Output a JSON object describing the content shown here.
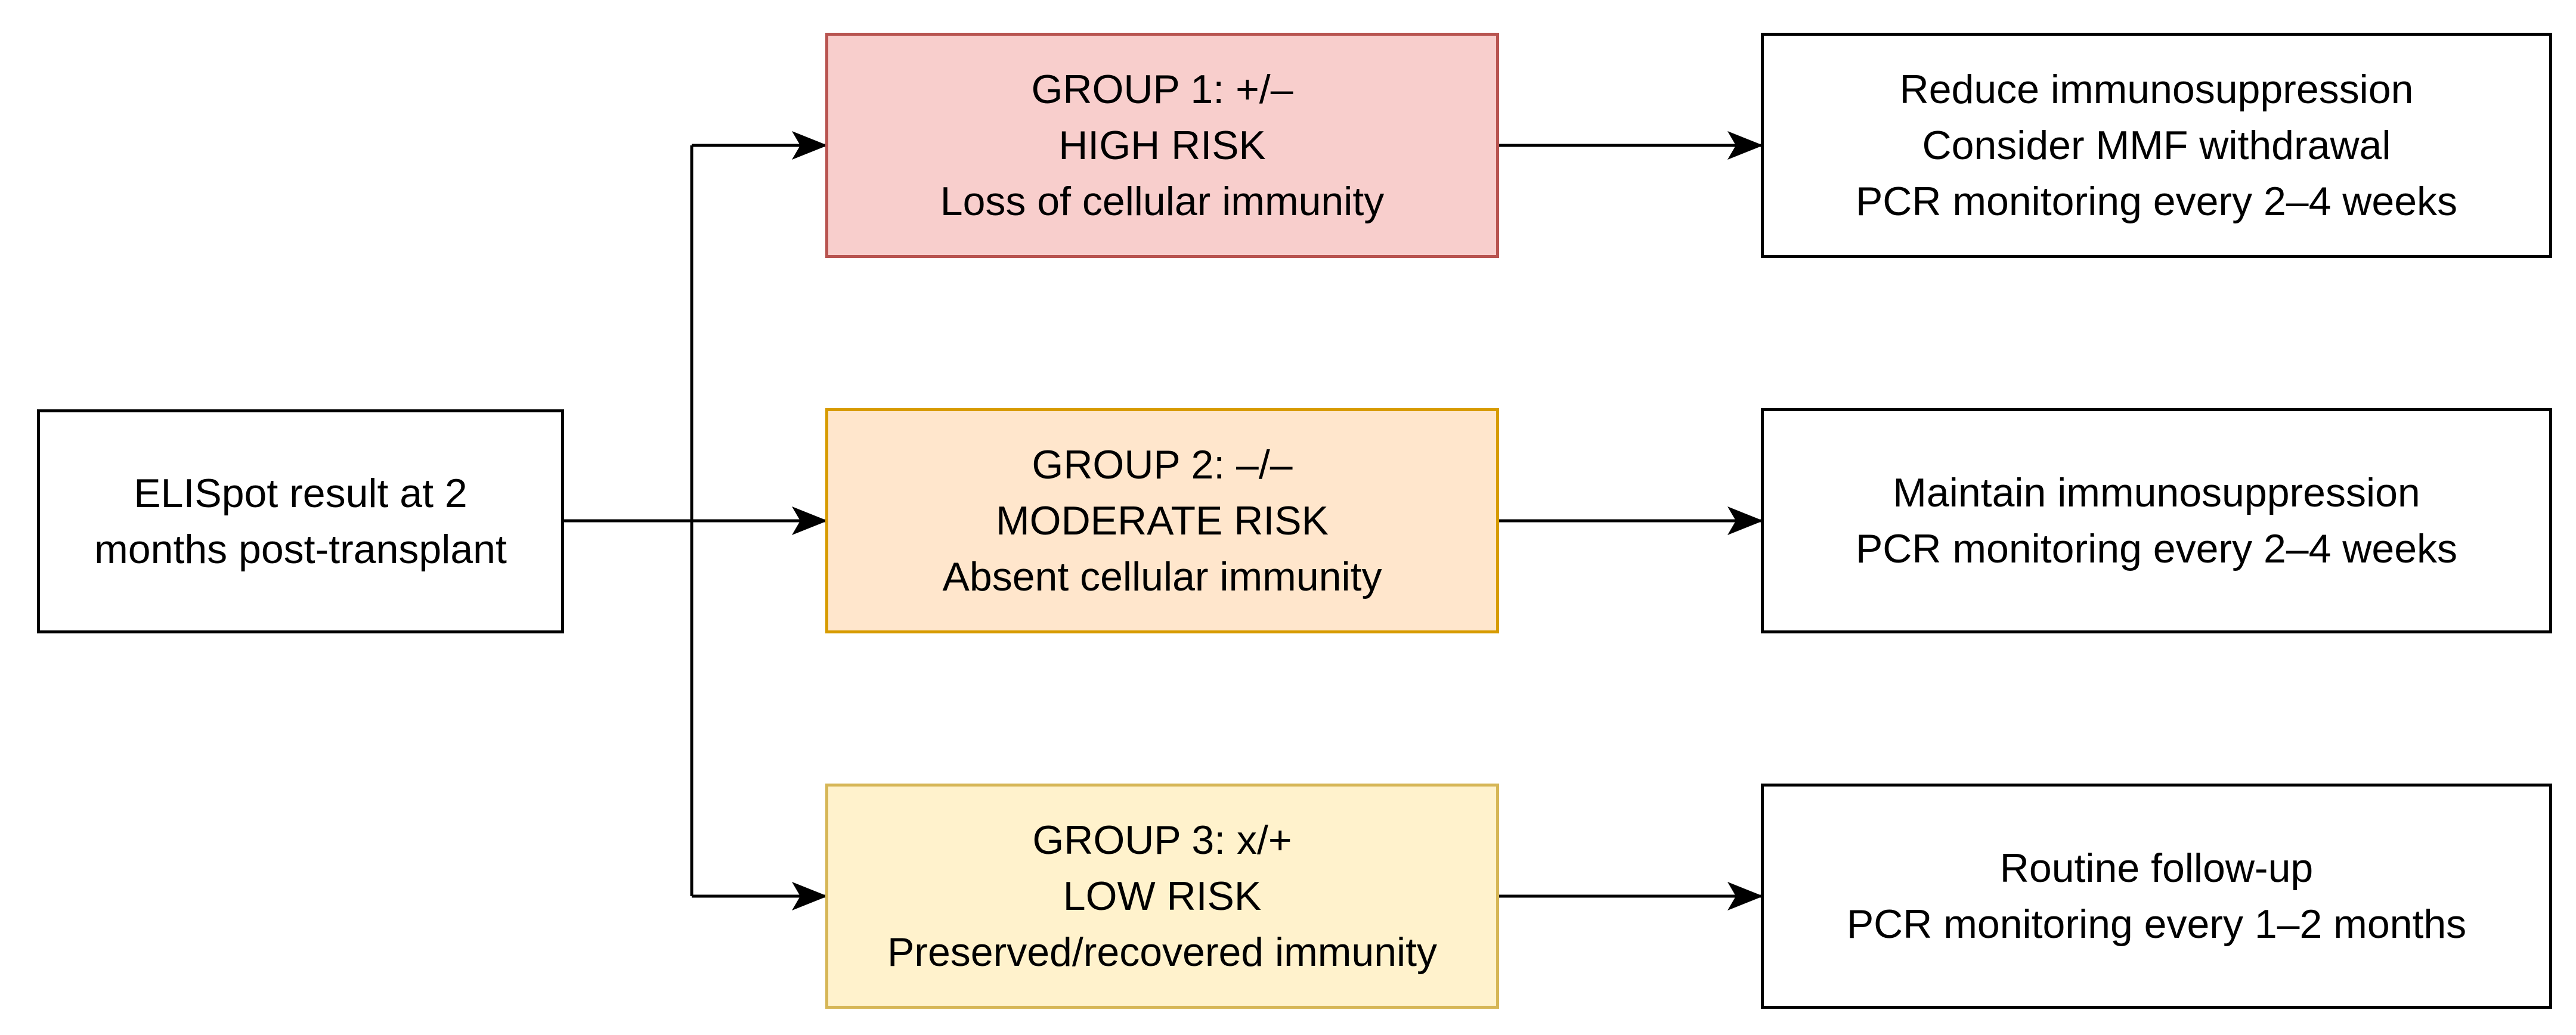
{
  "source": {
    "lines": [
      "ELISpot result at 2",
      "months post-transplant"
    ]
  },
  "groups": [
    {
      "lines": [
        "GROUP 1: +/–",
        "HIGH RISK",
        "Loss of cellular immunity"
      ],
      "fill": "#f8cecc",
      "stroke": "#b85450"
    },
    {
      "lines": [
        "GROUP 2: –/–",
        "MODERATE RISK",
        "Absent cellular immunity"
      ],
      "fill": "#ffe6cc",
      "stroke": "#d79b00"
    },
    {
      "lines": [
        "GROUP 3: x/+",
        "LOW RISK",
        "Preserved/recovered immunity"
      ],
      "fill": "#fff2cc",
      "stroke": "#d6b656"
    }
  ],
  "actions": [
    {
      "lines": [
        "Reduce immunosuppression",
        "Consider MMF withdrawal",
        "PCR monitoring every 2–4 weeks"
      ]
    },
    {
      "lines": [
        "Maintain immunosuppression",
        "PCR monitoring every 2–4 weeks"
      ]
    },
    {
      "lines": [
        "Routine follow-up",
        "PCR monitoring every 1–2 months"
      ]
    }
  ],
  "colors": {
    "line": "#000000",
    "neutral_fill": "#ffffff",
    "neutral_stroke": "#000000"
  }
}
